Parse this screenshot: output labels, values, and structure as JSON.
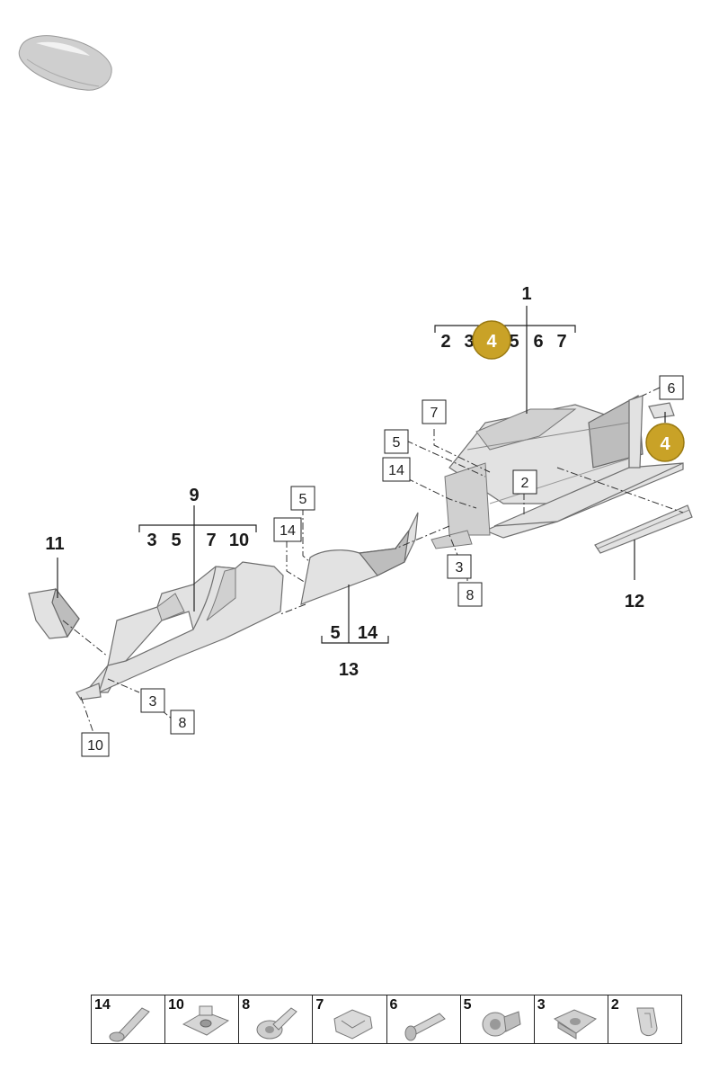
{
  "callouts": {
    "c1": "1",
    "c1_sub": [
      "2",
      "3",
      "4",
      "5",
      "6",
      "7"
    ],
    "c9": "9",
    "c9_sub": [
      "3",
      "5",
      "7",
      "10"
    ],
    "c11": "11",
    "c12": "12",
    "c13": "13",
    "c13_sub": [
      "5",
      "14"
    ]
  },
  "boxed_labels": {
    "b6": "6",
    "b7": "7",
    "b5a": "5",
    "b14a": "14",
    "b2": "2",
    "b3a": "3",
    "b8a": "8",
    "b5b": "5",
    "b14b": "14",
    "b3b": "3",
    "b8b": "8",
    "b10": "10"
  },
  "hotspots": {
    "h1": "4",
    "h2": "4"
  },
  "colors": {
    "hotspot": "#C9A227",
    "hotspot_border": "#9A7A12",
    "hotspot_text": "#ffffff"
  },
  "fastener_table": [
    "14",
    "10",
    "8",
    "7",
    "6",
    "5",
    "3",
    "2"
  ]
}
